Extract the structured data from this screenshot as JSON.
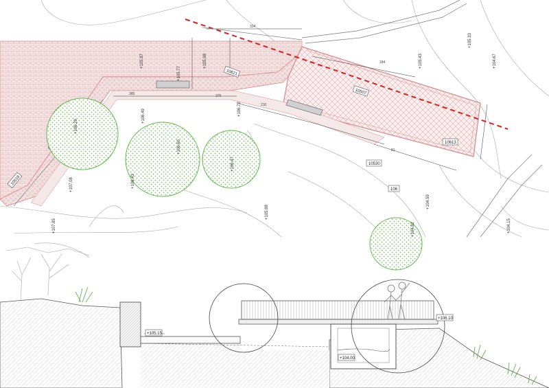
{
  "plan": {
    "elevation_tags": [
      "10518",
      "10530",
      "106",
      "10613",
      "10621",
      "10507"
    ],
    "spot_levels": [
      "+107.08",
      "+107.85",
      "+106.29",
      "+106.43",
      "+106.72",
      "+106.60",
      "+106.47",
      "+106.49",
      "+105.88",
      "+105.98",
      "+105.87",
      "+105.77",
      "+105.43",
      "+104.67",
      "+104.59",
      "+104.82",
      "+105.33",
      "+104.15"
    ],
    "dimensions": [
      "385",
      "375",
      "210",
      "334",
      "184",
      "81"
    ],
    "colors": {
      "paving_outline": "#d9868a",
      "cut_line": "#d91e1e",
      "tree": "#5fb84a",
      "contour": "#9a9a9a"
    }
  },
  "section": {
    "level_left": "+105.15",
    "level_right": "+106.10",
    "level_bottom": "+104.00",
    "colors": {
      "ground_hatch": "#c8c8c8",
      "outline": "#444444",
      "vegetation": "#6ab04c"
    }
  }
}
